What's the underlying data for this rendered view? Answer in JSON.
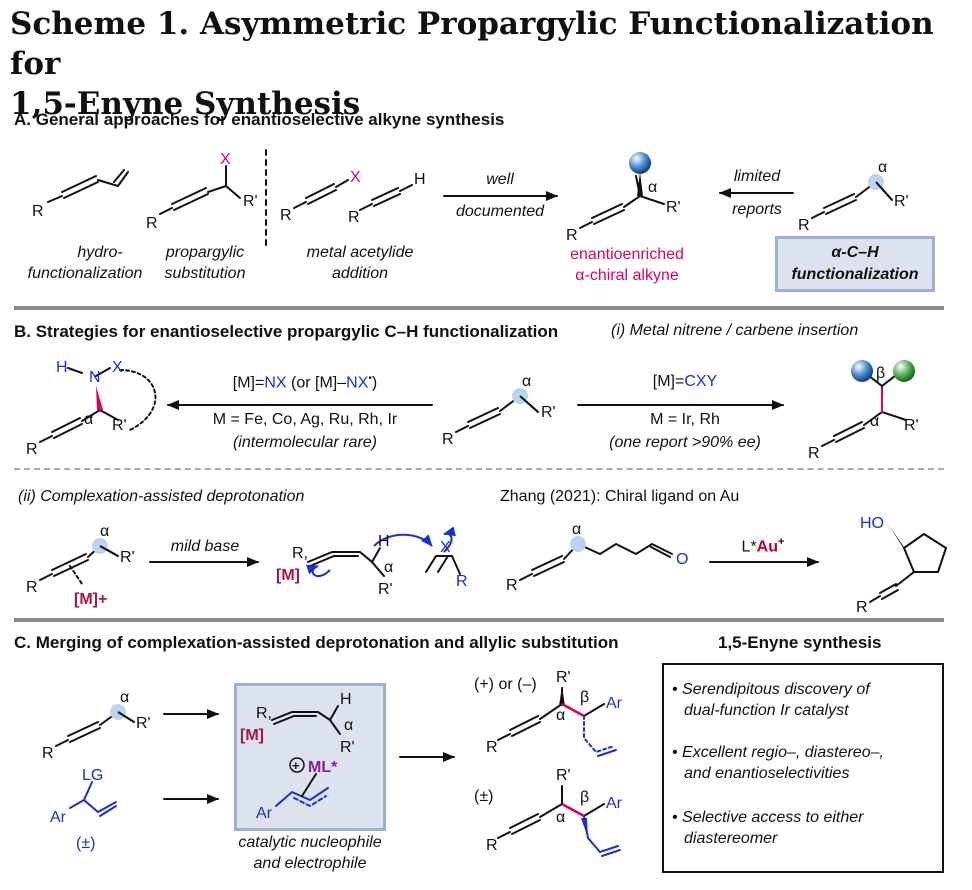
{
  "title": {
    "line1": "Scheme 1. Asymmetric Propargylic Functionalization for",
    "line2": "1,5-Enyne Synthesis"
  },
  "sectionA": {
    "heading": "A. General approaches for enantioselective alkyne synthesis",
    "labels": {
      "hydro1": "hydro-",
      "hydro2": "functionalization",
      "prop1": "propargylic",
      "prop2": "substitution",
      "metal1": "metal acetylide",
      "metal2": "addition",
      "well": "well",
      "documented": "documented",
      "limited": "limited",
      "reports": "reports",
      "enantio1": "enantioenriched",
      "enantio2": "α-chiral alkyne",
      "ach1": "α-C–H",
      "ach2": "functionalization"
    }
  },
  "sectionB": {
    "heading": "B. Strategies for enantioselective propargylic C–H functionalization",
    "subheading_i": "(i) Metal nitrene / carbene insertion",
    "left_arrow": {
      "line1_a": "[M]=",
      "line1_b": "NX",
      "line1_c": " (or [M]–",
      "line1_d": "NX",
      "line1_e": "•",
      "line1_f": ")",
      "line2": "M = Fe, Co, Ag, Ru, Rh, Ir",
      "line3": "(intermolecular rare)"
    },
    "right_arrow": {
      "line1_a": "[M]=",
      "line1_b": "CXY",
      "line2": "M = Ir, Rh",
      "line3": "(one report >90% ee)"
    },
    "subheading_ii": "(ii) Complexation-assisted deprotonation",
    "mild_base": "mild base",
    "zhang": "Zhang (2021): Chiral ligand on Au",
    "au_reagent_a": "L*",
    "au_reagent_b": "Au",
    "au_reagent_c": "+"
  },
  "sectionC": {
    "heading": "C. Merging of complexation-assisted deprotonation and allylic substitution",
    "synthesis_title": "1,5-Enyne synthesis",
    "cat1": "catalytic nucleophile",
    "cat2": "and electrophile",
    "pm": "(±)",
    "plus_minus": "(+) or (–)",
    "bullets": [
      "• Serendipitous discovery of",
      "dual-function Ir catalyst",
      "• Excellent regio–, diastereo–,",
      "and enantioselectivities",
      "• Selective access to either",
      "diastereomer"
    ]
  },
  "chem": {
    "R": "R",
    "Rp": "R'",
    "X": "X",
    "H": "H",
    "alpha": "α",
    "beta": "β",
    "M": "[M]",
    "Mplus": "[M]+",
    "N": "N",
    "HO": "HO",
    "O": "O",
    "LG": "LG",
    "Ar": "Ar",
    "ML": "ML*",
    "R1": "R,"
  },
  "colors": {
    "pink": "#e0005a",
    "blue": "#1a2fd6",
    "maroon": "#a8173f",
    "purple": "#8a1d9c",
    "box": "#dde3ee"
  }
}
